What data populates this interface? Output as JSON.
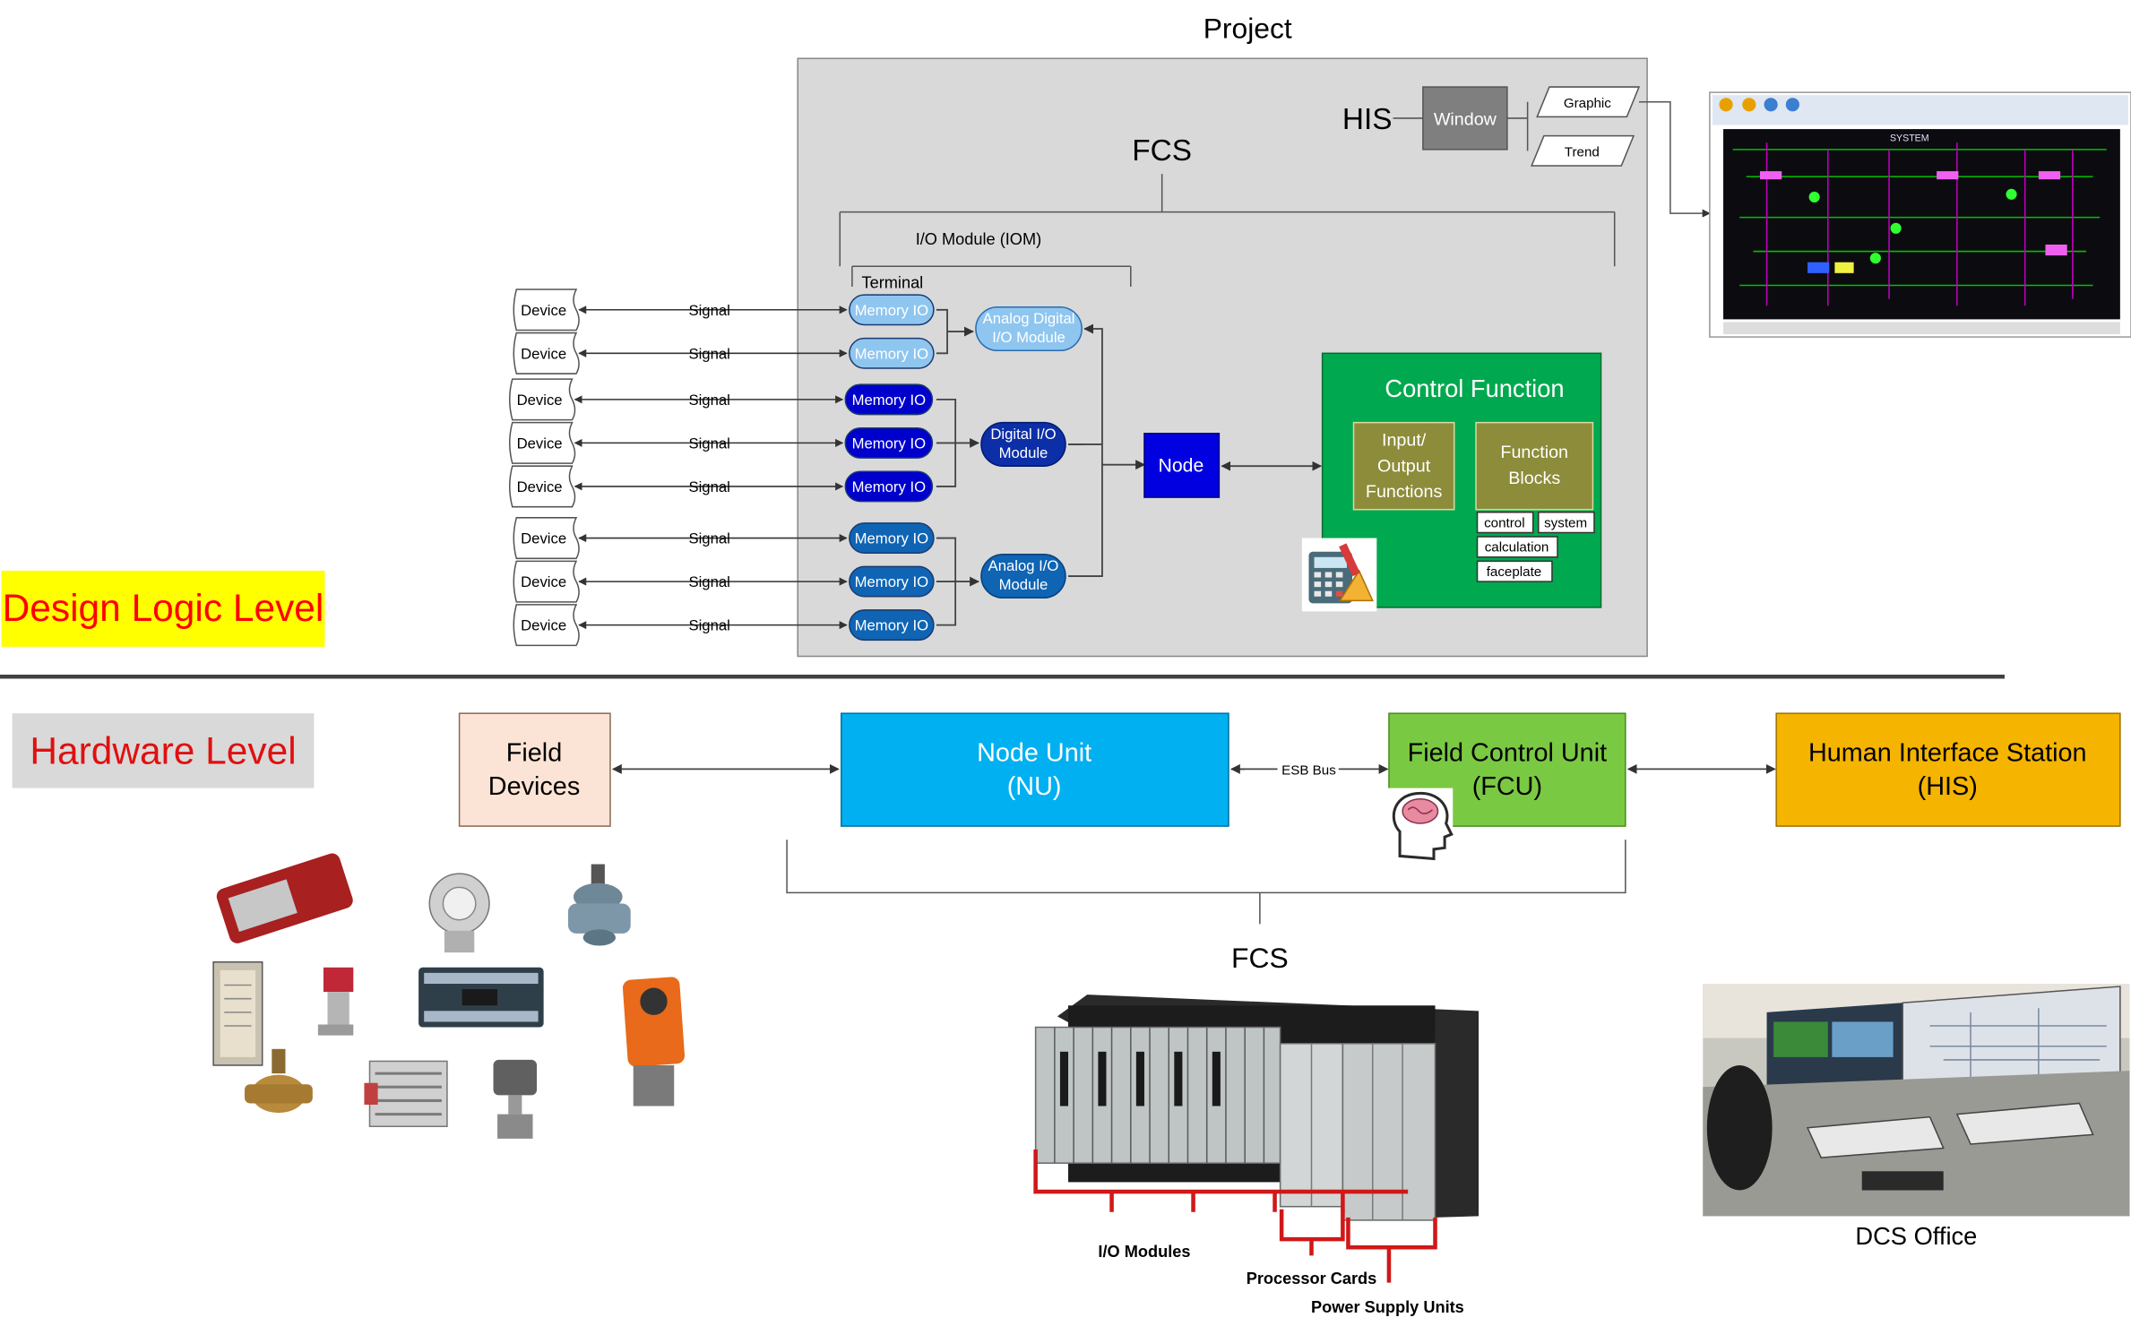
{
  "titles": {
    "project": "Project",
    "fcs_design": "FCS",
    "his_design": "HIS",
    "iom": "I/O Module (IOM)",
    "terminal": "Terminal",
    "fcs_hardware": "FCS",
    "dcs_office": "DCS Office"
  },
  "levels": {
    "design": "Design Logic Level",
    "hardware": "Hardware Level"
  },
  "his_block": {
    "window": "Window",
    "graphic": "Graphic",
    "trend": "Trend"
  },
  "devices": [
    "Device",
    "Device",
    "Device",
    "Device",
    "Device",
    "Device",
    "Device",
    "Device"
  ],
  "signals": [
    "Signal",
    "Signal",
    "Signal",
    "Signal",
    "Signal",
    "Signal",
    "Signal",
    "Signal"
  ],
  "memory_io": [
    "Memory IO",
    "Memory IO",
    "Memory IO",
    "Memory IO",
    "Memory IO",
    "Memory IO",
    "Memory IO",
    "Memory IO"
  ],
  "modules": {
    "analog_digital": [
      "Analog Digital",
      "I/O Module"
    ],
    "digital": [
      "Digital I/O",
      "Module"
    ],
    "analog": [
      "Analog I/O",
      "Module"
    ]
  },
  "node": "Node",
  "control_function": {
    "title": "Control Function",
    "io_functions": [
      "Input/",
      "Output",
      "Functions"
    ],
    "function_blocks": [
      "Function",
      "Blocks"
    ],
    "tags": [
      "control",
      "system",
      "calculation",
      "faceplate"
    ]
  },
  "hardware": {
    "field_devices": [
      "Field",
      "Devices"
    ],
    "node_unit": [
      "Node Unit",
      "(NU)"
    ],
    "esb_bus": "ESB Bus",
    "fcu": [
      "Field Control Unit",
      "(FCU)"
    ],
    "his": [
      "Human Interface Station",
      "(HIS)"
    ]
  },
  "cabinet_labels": {
    "io_modules": "I/O Modules",
    "processor_cards": "Processor Cards",
    "power_supply_units": "Power Supply Units"
  },
  "colors": {
    "level_design_bg": "#ffff00",
    "level_design_text": "#ff0000",
    "level_hardware_bg": "#d9d9d9",
    "project_panel": "#d9d9d9",
    "memory_light": "#8fc6f0",
    "memory_dark": "#0000cc",
    "memory_mid": "#0f64b4",
    "node": "#0000e0",
    "control_function": "#00a94f",
    "olive": "#8c8c3a",
    "node_unit": "#00b0f0",
    "fcu": "#7ac943",
    "his": "#f5b400",
    "field_devices": "#fbe4d5"
  }
}
